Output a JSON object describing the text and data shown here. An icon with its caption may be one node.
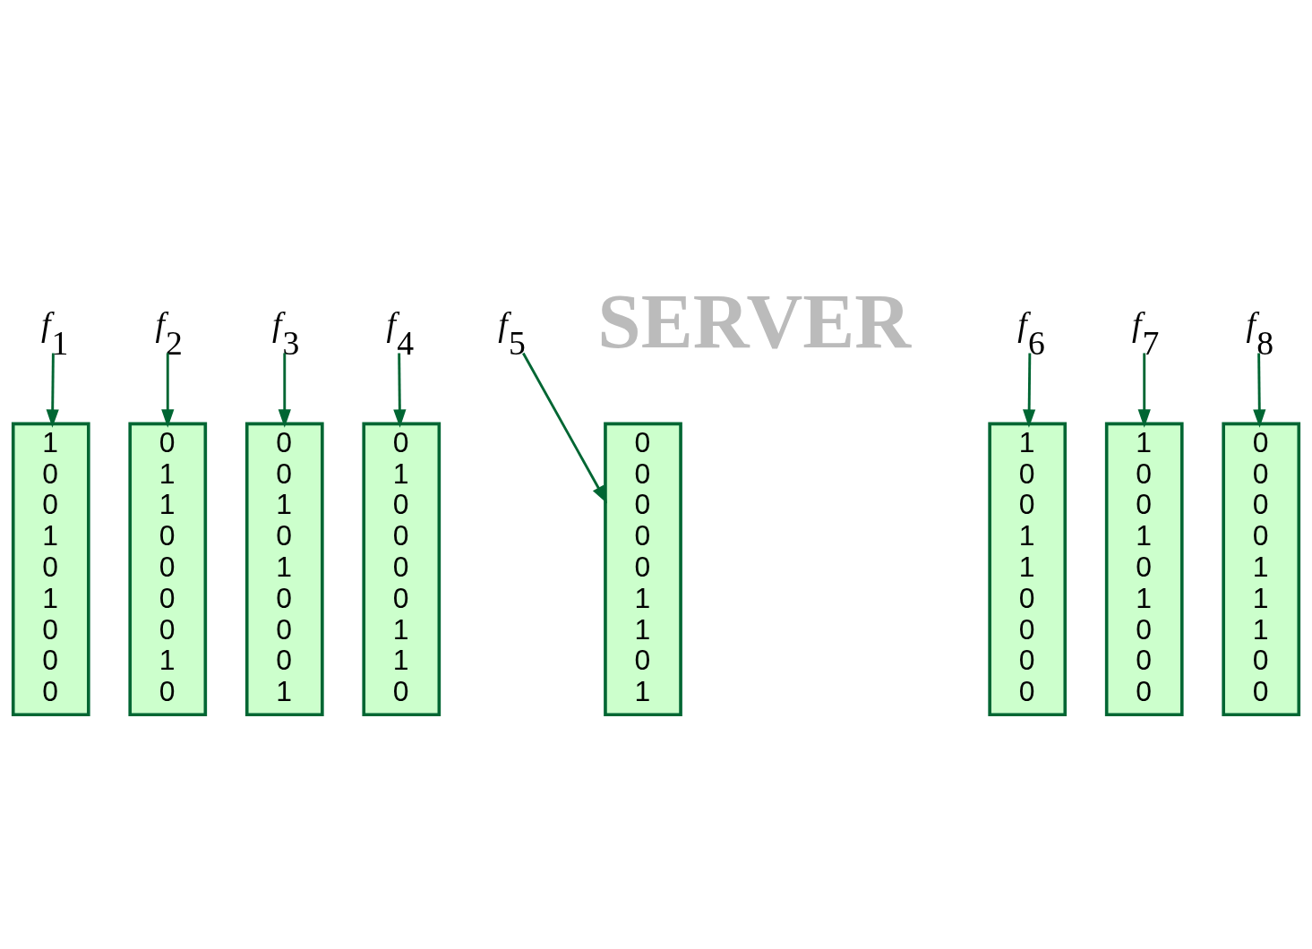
{
  "diagram": {
    "nodes": [
      {
        "text": [
          "f$_{1}$"
        ]
      },
      {
        "text": [
          "f$_{2}$"
        ]
      },
      {
        "text": [
          "f$_{3}$"
        ]
      },
      {
        "text": [
          "f$_{4}$"
        ]
      },
      {
        "text": [
          "f$_{5}$"
        ]
      },
      {
        "text": [
          "f$_{6}$"
        ]
      },
      {
        "text": [
          "f$_{7}$"
        ]
      },
      {
        "text": [
          "f$_{8}$"
        ]
      },
      {
        "text": [
          "1",
          "0",
          "0",
          "1",
          "0",
          "1",
          "0",
          "0",
          "0"
        ]
      },
      {
        "text": [
          "0",
          "1",
          "1",
          "0",
          "0",
          "0",
          "0",
          "1",
          "0"
        ]
      },
      {
        "text": [
          "0",
          "0",
          "1",
          "0",
          "1",
          "0",
          "0",
          "0",
          "1"
        ]
      },
      {
        "text": [
          "0",
          "1",
          "0",
          "0",
          "0",
          "0",
          "1",
          "1",
          "0"
        ]
      },
      {
        "text": [
          "0",
          "0",
          "0",
          "0",
          "0",
          "1",
          "1",
          "0",
          "1"
        ]
      },
      {
        "text": [
          "1",
          "0",
          "0",
          "1",
          "1",
          "0",
          "0",
          "0",
          "0"
        ]
      },
      {
        "text": [
          "1",
          "0",
          "0",
          "1",
          "0",
          "1",
          "0",
          "0",
          "0"
        ]
      },
      {
        "text": [
          "0",
          "0",
          "0",
          "0",
          "1",
          "1",
          "1",
          "0",
          "0"
        ]
      }
    ],
    "edges": [
      {
        "from": 0,
        "to": 8,
        "arrow": "to"
      },
      {
        "from": 1,
        "to": 9,
        "arrow": "to"
      },
      {
        "from": 2,
        "to": 10,
        "arrow": "to"
      },
      {
        "from": 3,
        "to": 11,
        "arrow": "to"
      },
      {
        "from": 4,
        "to": 12,
        "arrow": "to"
      },
      {
        "from": 5,
        "to": 13,
        "arrow": "to"
      },
      {
        "from": 6,
        "to": 14,
        "arrow": "to"
      },
      {
        "from": 7,
        "to": 15,
        "arrow": "to"
      }
    ],
    "labels": [
      "SERVER"
    ]
  }
}
